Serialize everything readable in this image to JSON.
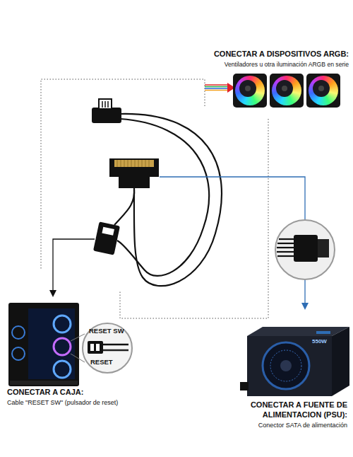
{
  "diagram": {
    "nodes": [
      {
        "text": [
          "CONECTAR A DISPOSITIVOS ARGB:",
          "Ventiladores u otra iluminación ARGB en serie"
        ]
      },
      {
        "text": [
          "CONECTAR A CAJA:",
          "Cable \"RESET SW\" (pulsador de reset)"
        ]
      },
      {
        "text": [
          "CONECTAR A FUENTE DE ALIMENTACION (PSU):",
          "Conector SATA de alimentación"
        ]
      }
    ],
    "labels": [
      "RESET SW",
      "RESET",
      "550W"
    ]
  }
}
